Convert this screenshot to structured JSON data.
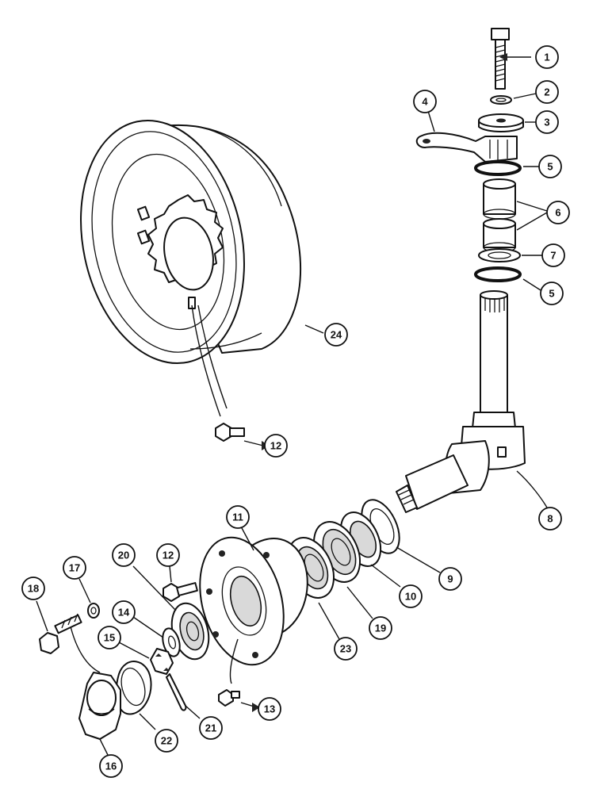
{
  "callouts": [
    {
      "id": "1",
      "label": "1"
    },
    {
      "id": "2",
      "label": "2"
    },
    {
      "id": "3",
      "label": "3"
    },
    {
      "id": "4",
      "label": "4"
    },
    {
      "id": "5a",
      "label": "5"
    },
    {
      "id": "6",
      "label": "6"
    },
    {
      "id": "7",
      "label": "7"
    },
    {
      "id": "5b",
      "label": "5"
    },
    {
      "id": "8",
      "label": "8"
    },
    {
      "id": "9",
      "label": "9"
    },
    {
      "id": "10",
      "label": "10"
    },
    {
      "id": "11",
      "label": "11"
    },
    {
      "id": "12a",
      "label": "12"
    },
    {
      "id": "12b",
      "label": "12"
    },
    {
      "id": "13",
      "label": "13"
    },
    {
      "id": "14",
      "label": "14"
    },
    {
      "id": "15",
      "label": "15"
    },
    {
      "id": "16",
      "label": "16"
    },
    {
      "id": "17",
      "label": "17"
    },
    {
      "id": "18",
      "label": "18"
    },
    {
      "id": "19",
      "label": "19"
    },
    {
      "id": "20",
      "label": "20"
    },
    {
      "id": "21",
      "label": "21"
    },
    {
      "id": "22",
      "label": "22"
    },
    {
      "id": "23",
      "label": "23"
    },
    {
      "id": "24",
      "label": "24"
    }
  ]
}
